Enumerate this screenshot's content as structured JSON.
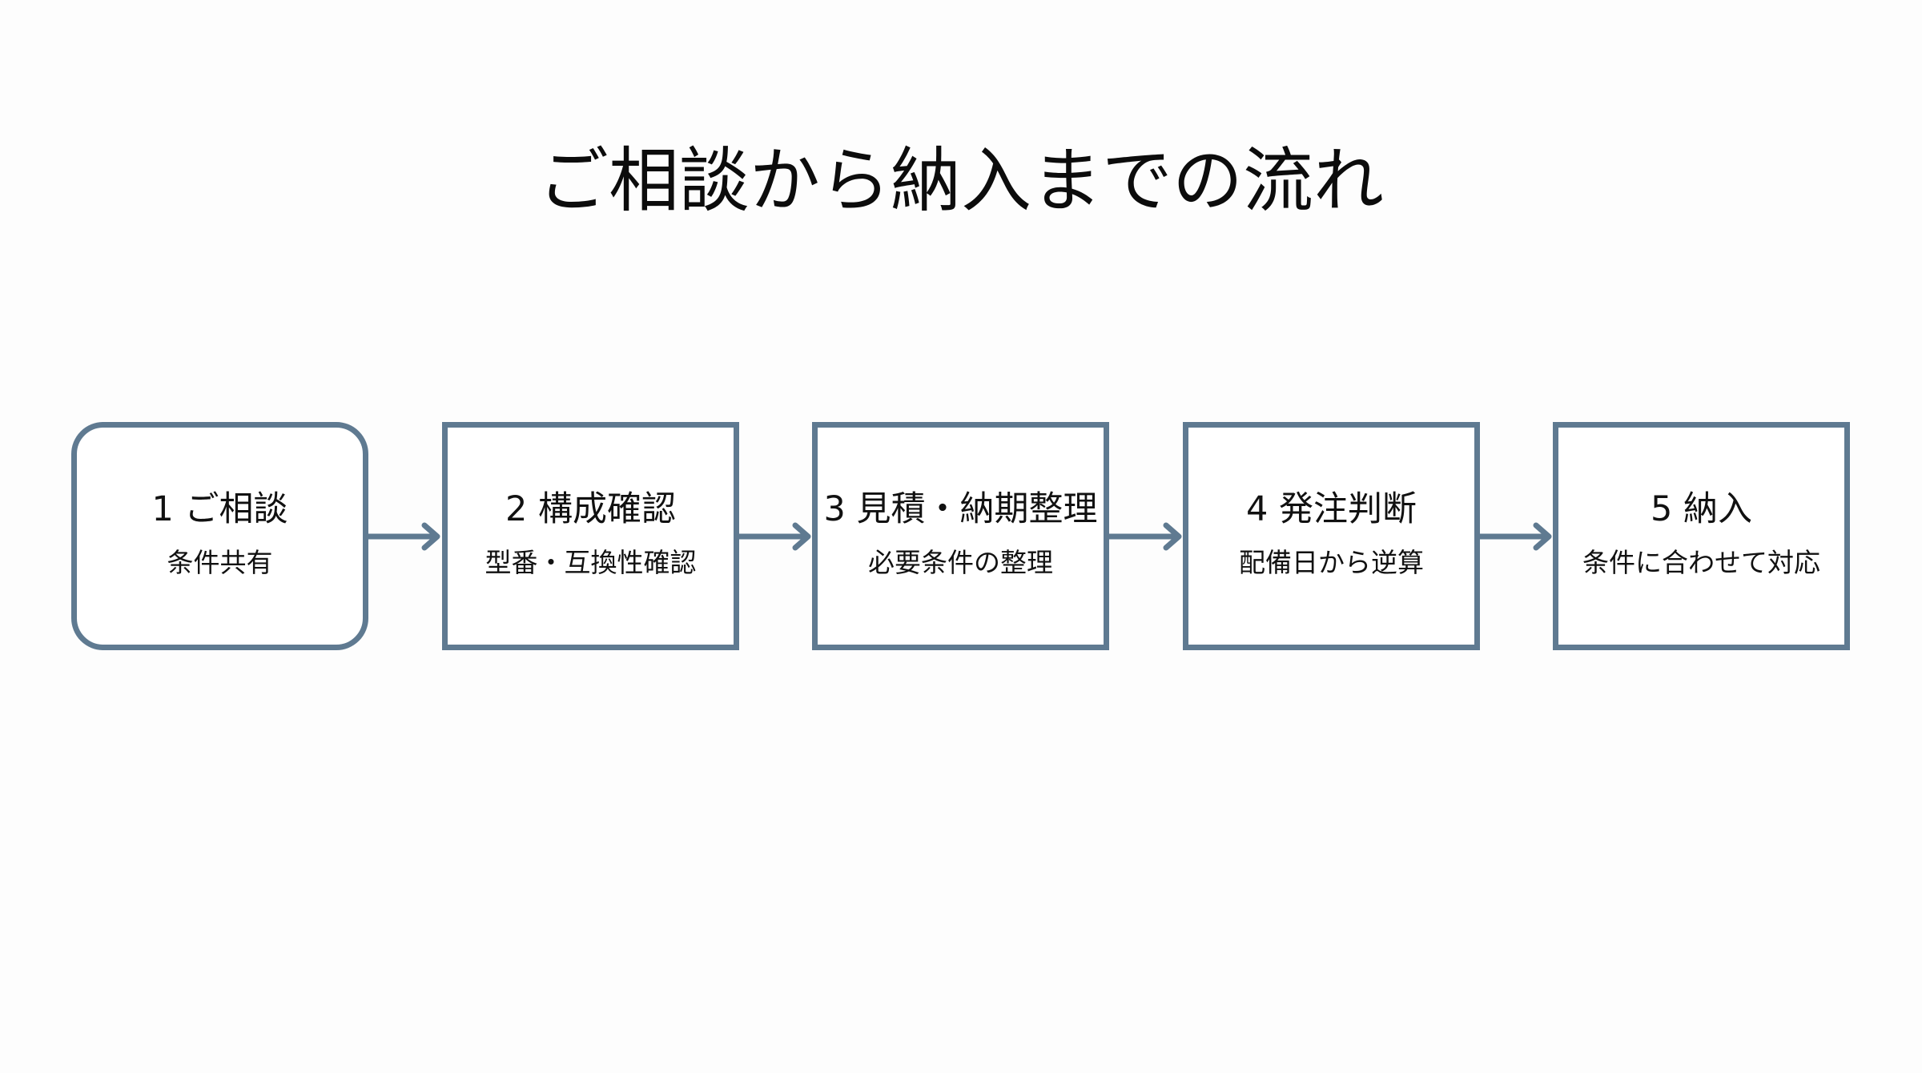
{
  "title": "ご相談から納入までの流れ",
  "colors": {
    "box_border": "#5f7a91",
    "arrow": "#5f7a91",
    "text": "#111111",
    "background": "#fdfdfd"
  },
  "steps": [
    {
      "number": "1",
      "label": "1 ご相談",
      "sub": "条件共有",
      "shape": "rounded-rectangle"
    },
    {
      "number": "2",
      "label": "2 構成確認",
      "sub": "型番・互換性確認",
      "shape": "rectangle"
    },
    {
      "number": "3",
      "label": "3 見積・納期整理",
      "sub": "必要条件の整理",
      "shape": "rectangle"
    },
    {
      "number": "4",
      "label": "4 発注判断",
      "sub": "配備日から逆算",
      "shape": "rectangle"
    },
    {
      "number": "5",
      "label": "5 納入",
      "sub": "条件に合わせて対応",
      "shape": "rectangle"
    }
  ],
  "connectors": [
    {
      "from": "1",
      "to": "2",
      "icon": "arrow-right-icon"
    },
    {
      "from": "2",
      "to": "3",
      "icon": "arrow-right-icon"
    },
    {
      "from": "3",
      "to": "4",
      "icon": "arrow-right-icon"
    },
    {
      "from": "4",
      "to": "5",
      "icon": "arrow-right-icon"
    }
  ]
}
